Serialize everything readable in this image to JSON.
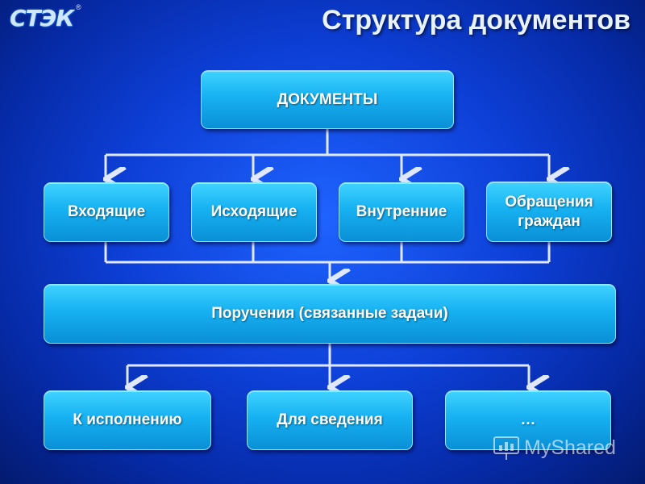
{
  "logo": {
    "text": "СТЭК",
    "reg": "®"
  },
  "title": "Структура документов",
  "diagram": {
    "root": "ДОКУМЕНТЫ",
    "categories": [
      "Входящие",
      "Исходящие",
      "Внутренние",
      "Обращения граждан"
    ],
    "middle": "Поручения (связанные задачи)",
    "leaves": [
      "К исполнению",
      "Для сведения",
      "…"
    ]
  },
  "watermark": {
    "text": "MyShared"
  },
  "colors": {
    "box_fill": "#17b1f2",
    "connector": "#dfe8ff",
    "title": "#e9f2ff"
  }
}
